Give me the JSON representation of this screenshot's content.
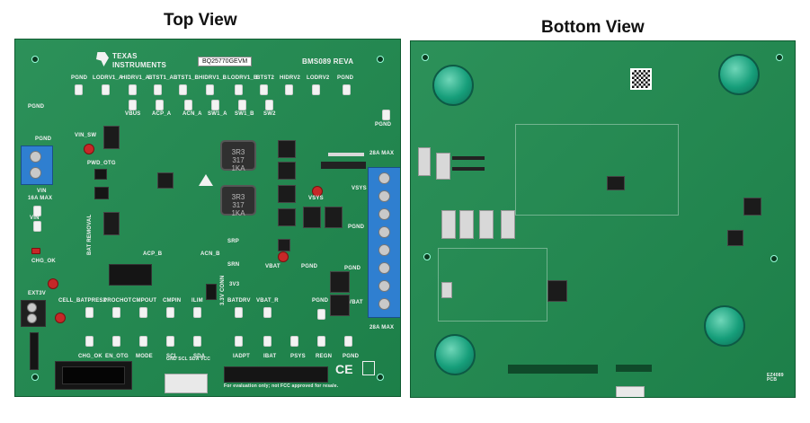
{
  "captions": {
    "top": "Top View",
    "bottom": "Bottom View"
  },
  "top_board": {
    "logo_line1": "TEXAS",
    "logo_line2": "INSTRUMENTS",
    "part_label": "BQ25770GEVM",
    "board_id": "BMS089 REVA",
    "inductor1": "3R3\n317\n1KA",
    "inductor2": "3R3\n317\n1KA",
    "row1_labels": [
      "PGND",
      "LODRV1_A",
      "HIDRV1_A",
      "BTST1_A",
      "BTST1_B",
      "HIDRV1_B",
      "LODRV1_B",
      "BTST2",
      "HIDRV2",
      "LODRV2",
      "PGND"
    ],
    "row2_labels": [
      "VBUS",
      "ACP_A",
      "ACN_A",
      "SW1_A",
      "SW1_B",
      "SW2"
    ],
    "left_labels": [
      "PGND",
      "PGND",
      "VIN",
      "16A MAX",
      "VIN",
      "VIN_SW",
      "PWD_OTG",
      "CHG_OK",
      "BAT REMOVAL",
      "EXT3V"
    ],
    "right_labels": [
      "28A MAX",
      "VSYS",
      "VSYS",
      "PGND",
      "PGND",
      "VBAT",
      "28A MAX",
      "PGND"
    ],
    "mid_labels": [
      "ACP_B",
      "ACN_B",
      "SRP",
      "SRN",
      "3V3",
      "VBAT",
      "PGND",
      "3.3V CONN"
    ],
    "bottom_row1": [
      "CELL_BATPRESZ",
      "PROCHOT",
      "CMPOUT",
      "CMPIN",
      "ILIM",
      "BATDRV",
      "VBAT_R",
      "PGND"
    ],
    "bottom_row2": [
      "CHG_OK",
      "EN_OTG",
      "MODE",
      "SCL",
      "SDA",
      "IADPT",
      "IBAT",
      "PSYS",
      "REGN",
      "PGND"
    ],
    "i2c_label": "GND  SCL  SDA  VCC",
    "disclaimer": "For evaluation only; not FCC approved for resale.",
    "ce_mark": "CE"
  },
  "bottom_board": {
    "corner_marking": "EZ4089\nPCB"
  }
}
